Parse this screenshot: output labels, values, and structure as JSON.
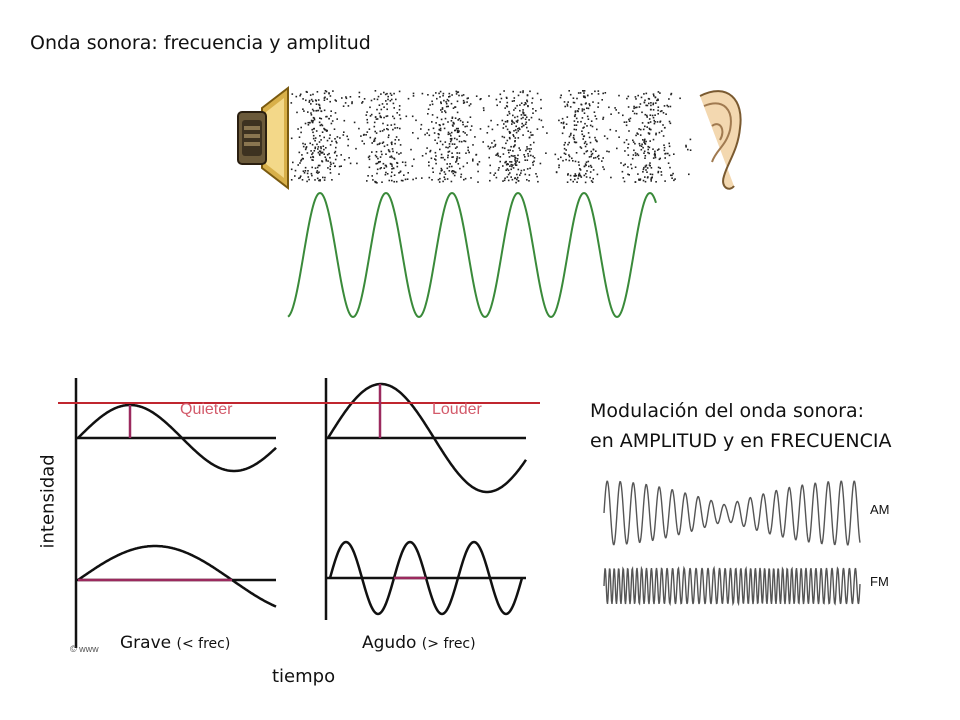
{
  "title": "Onda sonora: frecuencia y amplitud",
  "panels": {
    "quieter_label": "Quieter",
    "louder_label": "Louder",
    "y_axis_label": "intensidad",
    "x_axis_label": "tiempo",
    "grave_main": "Grave",
    "grave_note": "(< frec)",
    "agudo_main": "Agudo",
    "agudo_note": "(> frec)",
    "copyright": "© www"
  },
  "modulation": {
    "line1": "Modulación del onda sonora:",
    "line2": "en AMPLITUD y en FRECUENCIA",
    "am_label": "AM",
    "fm_label": "FM"
  },
  "colors": {
    "wave_green": "#3a8a3a",
    "reference_red": "#c0262f",
    "marker_magenta": "#9b2a5e",
    "label_pink": "#d35a6a"
  }
}
